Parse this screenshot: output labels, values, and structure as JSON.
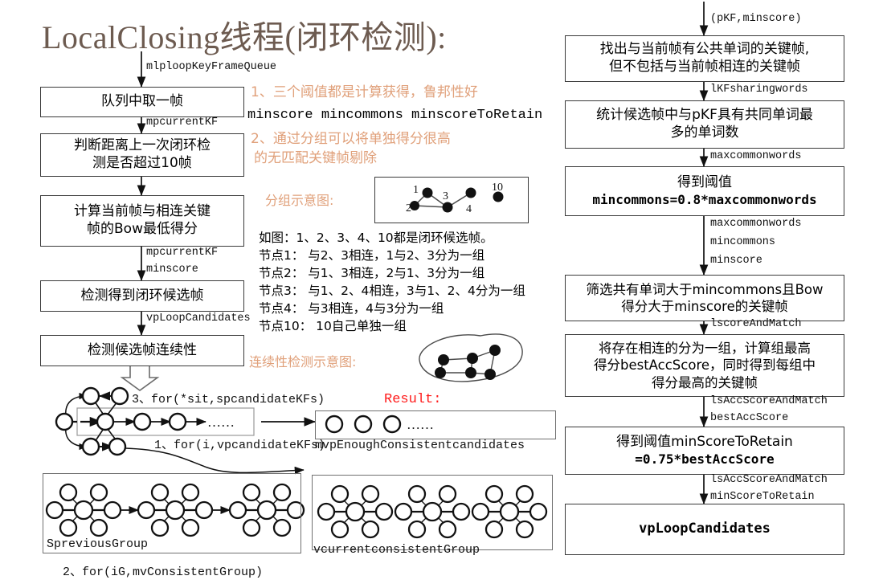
{
  "title": "LocalClosing线程(闭环检测):",
  "left_flow": {
    "edge_labels": [
      "mlploopKeyFrameQueue",
      "mpcurrentKF",
      "mpcurrentKF",
      "minscore",
      "vpLoopCandidates"
    ],
    "boxes": [
      {
        "id": "take-frame",
        "lines": [
          "队列中取一帧"
        ]
      },
      {
        "id": "check-10-frames",
        "lines": [
          "判断距离上一次闭环检",
          "测是否超过10帧"
        ]
      },
      {
        "id": "compute-min-bow",
        "lines": [
          "计算当前帧与相连关键",
          "帧的Bow最低得分"
        ]
      },
      {
        "id": "detect-candidates",
        "lines": [
          "检测得到闭环候选帧"
        ]
      },
      {
        "id": "check-consistency",
        "lines": [
          "检测候选帧连续性"
        ]
      }
    ]
  },
  "notes": {
    "note1_title": "1、三个阈值都是计算获得，鲁邦性好",
    "note1_vars": "minscore mincommons minscoreToRetain",
    "note2_line1": "2、通过分组可以将单独得分很高",
    "note2_line2": "的无匹配关键帧剔除",
    "group_diagram_label": "分组示意图:",
    "group_nodes": [
      "1",
      "2",
      "3",
      "4",
      "10"
    ],
    "explanation": [
      "如图：1、2、3、4、10都是闭环候选帧。",
      "节点1： 与2、3相连，1与2、3分为一组",
      "节点2： 与1、3相连，2与1、3分为一组",
      "节点3： 与1、2、4相连，3与1、2、4分为一组",
      "节点4： 与3相连，4与3分为一组",
      "节点10： 10自己单独一组"
    ],
    "continuity_label": "连续性检测示意图:"
  },
  "bottom": {
    "loop3": "3、for(*sit,spcandidateKFs)",
    "loop1": "1、for(i,vpcandidateKFs)",
    "loop2": "2、for(iG,mvConsistentGroup)",
    "result_label": "Result:",
    "result_var": "mvpEnoughConsistentcandidates",
    "previous_group_label": "SpreviousGroup",
    "current_group_label": "vcurrentconsistentGroup",
    "dots": "……"
  },
  "right_flow": {
    "edge_labels": [
      "(pKF,minscore)",
      "lKFsharingwords",
      "maxcommonwords",
      "maxcommonwords",
      "mincommons",
      "minscore",
      "lscoreAndMatch",
      "lsAccScoreAndMatch",
      "bestAccScore",
      "lsAccScoreAndMatch",
      "minScoreToRetain"
    ],
    "boxes": [
      {
        "id": "find-sharing-words",
        "lines": [
          "找出与当前帧有公共单词的关键帧,",
          "但不包括与当前帧相连的关键帧"
        ]
      },
      {
        "id": "count-max-common",
        "lines": [
          "统计候选帧中与pKF具有共同单词最",
          "多的单词数"
        ]
      },
      {
        "id": "threshold-mincommons",
        "lines": [
          "得到阈值",
          "mincommons=0.8*maxcommonwords"
        ]
      },
      {
        "id": "filter-by-thresholds",
        "lines": [
          "筛选共有单词大于mincommons且Bow",
          "得分大于minscore的关键帧"
        ]
      },
      {
        "id": "group-best-acc",
        "lines": [
          "将存在相连的分为一组，计算组最高",
          "得分bestAccScore，同时得到每组中",
          "得分最高的关键帧"
        ]
      },
      {
        "id": "threshold-minscoretoretain",
        "lines": [
          "得到阈值minScoreToRetain",
          "=0.75*bestAccScore"
        ]
      },
      {
        "id": "vp-loop-candidates",
        "lines": [
          "vpLoopCandidates"
        ]
      }
    ]
  },
  "colors": {
    "title": "#6d5b50",
    "accent_orange": "#e0a07a",
    "result_red": "#ff1a1a",
    "box_border": "#3a3a3a"
  }
}
